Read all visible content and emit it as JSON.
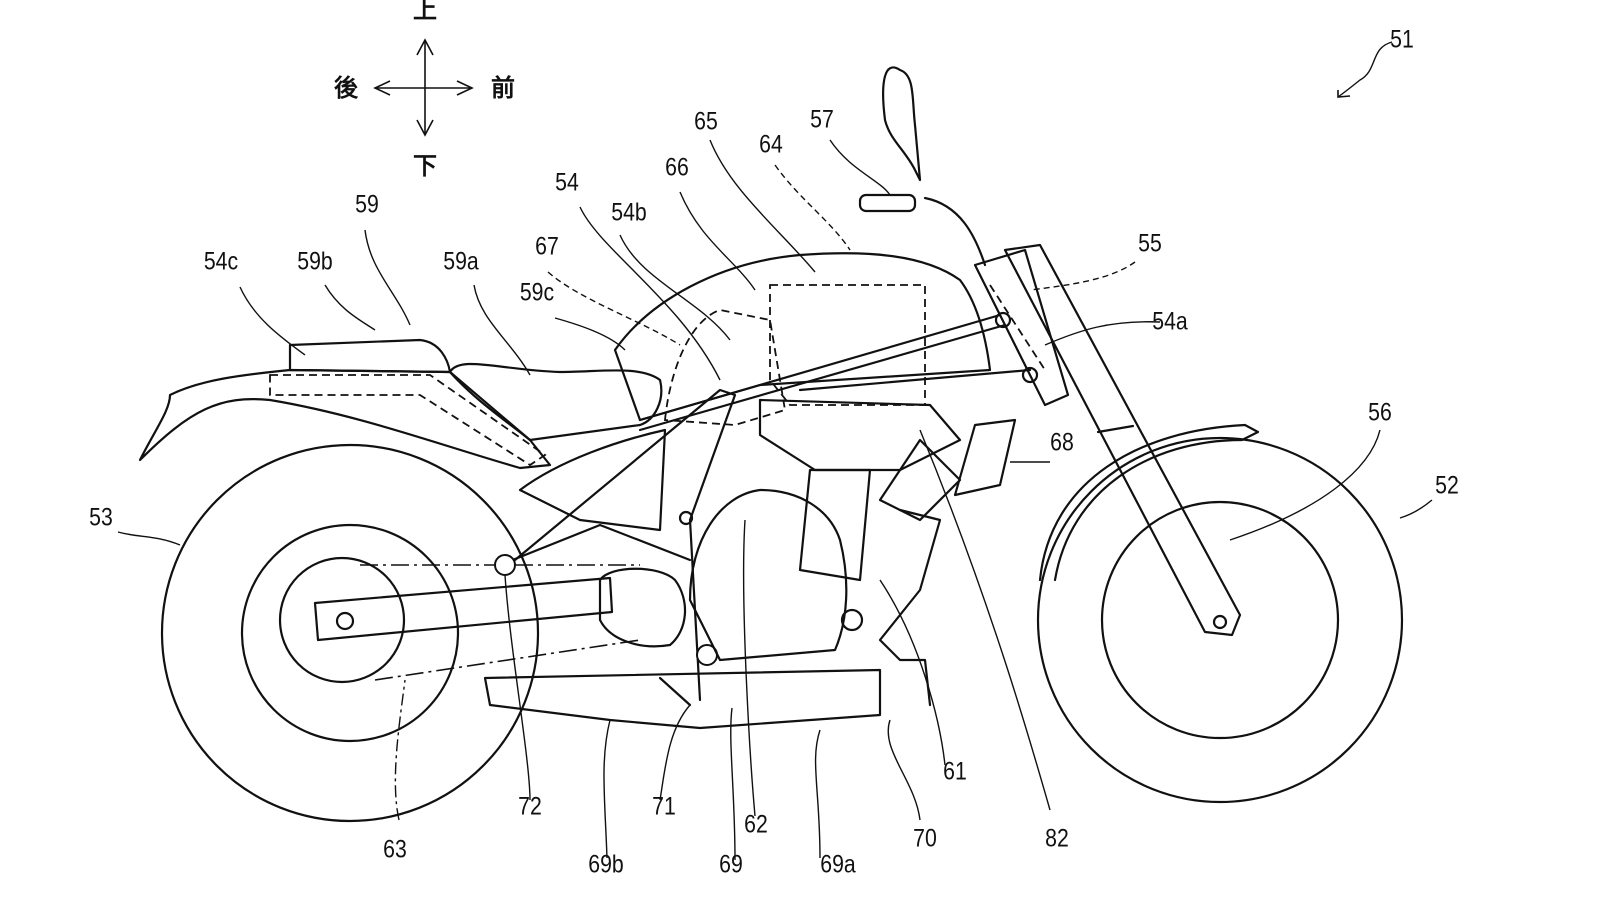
{
  "figure": {
    "kind": "patent-drawing",
    "subject": "motorcycle-side-view",
    "line_color": "#111111",
    "background": "#ffffff"
  },
  "direction_indicator": {
    "up": "上",
    "down": "下",
    "rear": "後",
    "front": "前"
  },
  "reference_labels": [
    {
      "id": "51",
      "text": "51"
    },
    {
      "id": "52",
      "text": "52"
    },
    {
      "id": "53",
      "text": "53"
    },
    {
      "id": "54",
      "text": "54"
    },
    {
      "id": "54a",
      "text": "54a"
    },
    {
      "id": "54b",
      "text": "54b"
    },
    {
      "id": "54c",
      "text": "54c"
    },
    {
      "id": "55",
      "text": "55"
    },
    {
      "id": "56",
      "text": "56"
    },
    {
      "id": "57",
      "text": "57"
    },
    {
      "id": "59",
      "text": "59"
    },
    {
      "id": "59a",
      "text": "59a"
    },
    {
      "id": "59b",
      "text": "59b"
    },
    {
      "id": "59c",
      "text": "59c"
    },
    {
      "id": "61",
      "text": "61"
    },
    {
      "id": "62",
      "text": "62"
    },
    {
      "id": "63",
      "text": "63"
    },
    {
      "id": "64",
      "text": "64"
    },
    {
      "id": "65",
      "text": "65"
    },
    {
      "id": "66",
      "text": "66"
    },
    {
      "id": "67",
      "text": "67"
    },
    {
      "id": "68",
      "text": "68"
    },
    {
      "id": "69",
      "text": "69"
    },
    {
      "id": "69a",
      "text": "69a"
    },
    {
      "id": "69b",
      "text": "69b"
    },
    {
      "id": "70",
      "text": "70"
    },
    {
      "id": "71",
      "text": "71"
    },
    {
      "id": "72",
      "text": "72"
    },
    {
      "id": "82",
      "text": "82"
    }
  ]
}
